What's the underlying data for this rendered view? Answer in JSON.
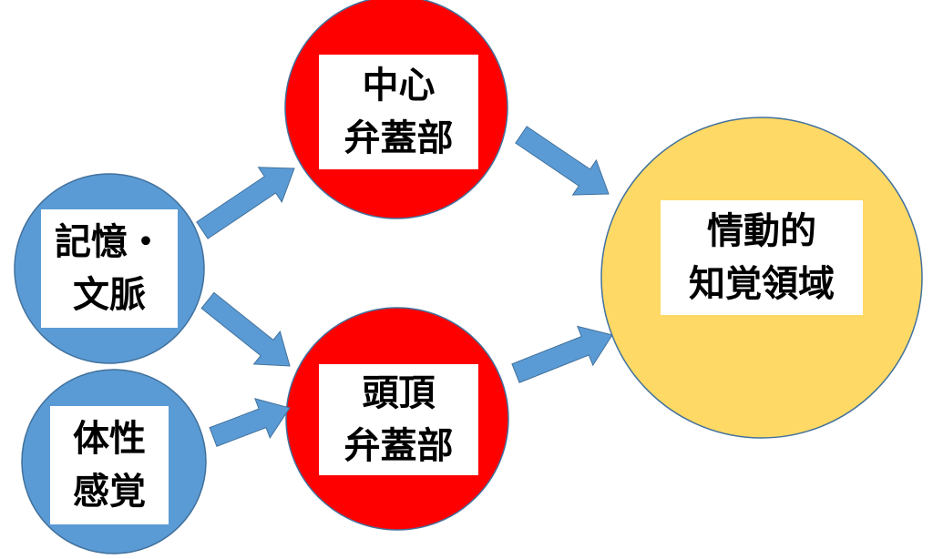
{
  "colors": {
    "memory": "#5b9bd5",
    "somato": "#5b9bd5",
    "central": "#ff0000",
    "parietal": "#ff0000",
    "emotion": "#ffd966",
    "arrow": "#5b9bd5",
    "outline": "#41719c"
  },
  "nodes": {
    "memory": {
      "line1": "記憶・",
      "line2": "文脈"
    },
    "somato": {
      "line1": "体性",
      "line2": "感覚"
    },
    "central": {
      "line1": "中心",
      "line2": "弁蓋部"
    },
    "parietal": {
      "line1": "頭頂",
      "line2": "弁蓋部"
    },
    "emotion": {
      "line1": "情動的",
      "line2": "知覚領域"
    }
  }
}
